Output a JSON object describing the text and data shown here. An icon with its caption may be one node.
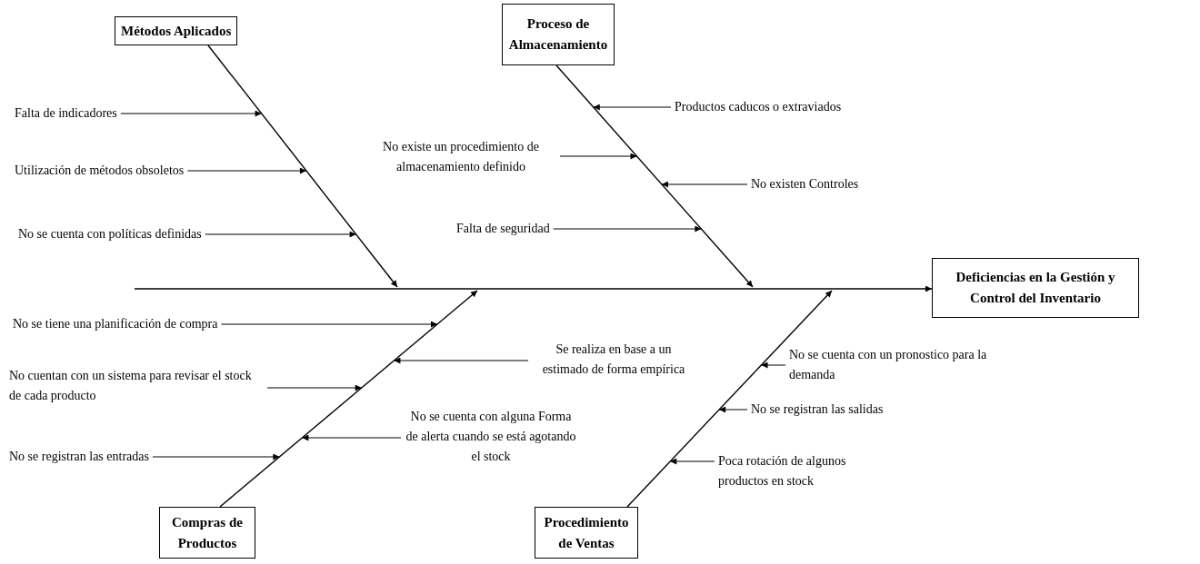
{
  "diagram": {
    "nodes": [
      {
        "text": [
          "Métodos Aplicados"
        ]
      },
      {
        "text": [
          "Proceso de Almacenamiento"
        ]
      },
      {
        "text": [
          "Deficiencias en la Gestión y Control del Inventario"
        ]
      },
      {
        "text": [
          "Compras de Productos"
        ]
      },
      {
        "text": [
          "Procedimiento de Ventas"
        ]
      },
      {
        "text": [
          "Falta de indicadores"
        ]
      },
      {
        "text": [
          "Utilización de métodos obsoletos"
        ]
      },
      {
        "text": [
          "No se cuenta con políticas definidas"
        ]
      },
      {
        "text": [
          "Productos caducos o extraviados"
        ]
      },
      {
        "text": [
          "No existe un procedimiento de almacenamiento definido"
        ]
      },
      {
        "text": [
          "No existen Controles"
        ]
      },
      {
        "text": [
          "Falta de seguridad"
        ]
      },
      {
        "text": [
          "No se tiene una planificación de compra"
        ]
      },
      {
        "text": [
          "Se realiza en base a un estimado de forma empírica"
        ]
      },
      {
        "text": [
          "No cuentan con un sistema para revisar el stock de cada producto"
        ]
      },
      {
        "text": [
          "No se cuenta con alguna Forma de alerta cuando se está agotando el stock"
        ]
      },
      {
        "text": [
          "No se registran las entradas"
        ]
      },
      {
        "text": [
          "No se cuenta con un pronostico para la demanda"
        ]
      },
      {
        "text": [
          "No se registran las salidas"
        ]
      },
      {
        "text": [
          "Poca rotación de algunos productos en stock"
        ]
      }
    ],
    "edges": [
      {
        "from": null,
        "to": 2,
        "arrow": "to"
      },
      {
        "from": 0,
        "to": null,
        "arrow": "to"
      },
      {
        "from": 1,
        "to": null,
        "arrow": "to"
      },
      {
        "from": 3,
        "to": null,
        "arrow": "to"
      },
      {
        "from": 4,
        "to": null,
        "arrow": "to"
      },
      {
        "from": 5,
        "to": null,
        "arrow": "to"
      },
      {
        "from": 6,
        "to": null,
        "arrow": "to"
      },
      {
        "from": 7,
        "to": null,
        "arrow": "to"
      },
      {
        "from": 8,
        "to": null,
        "arrow": "to"
      },
      {
        "from": 9,
        "to": null,
        "arrow": "to"
      },
      {
        "from": 10,
        "to": null,
        "arrow": "to"
      },
      {
        "from": 11,
        "to": null,
        "arrow": "to"
      },
      {
        "from": 12,
        "to": null,
        "arrow": "to"
      },
      {
        "from": 13,
        "to": null,
        "arrow": "to"
      },
      {
        "from": 14,
        "to": null,
        "arrow": "to"
      },
      {
        "from": 15,
        "to": null,
        "arrow": "to"
      },
      {
        "from": 16,
        "to": null,
        "arrow": "to"
      },
      {
        "from": 17,
        "to": null,
        "arrow": "to"
      },
      {
        "from": 18,
        "to": null,
        "arrow": "to"
      },
      {
        "from": 19,
        "to": null,
        "arrow": "to"
      }
    ]
  }
}
